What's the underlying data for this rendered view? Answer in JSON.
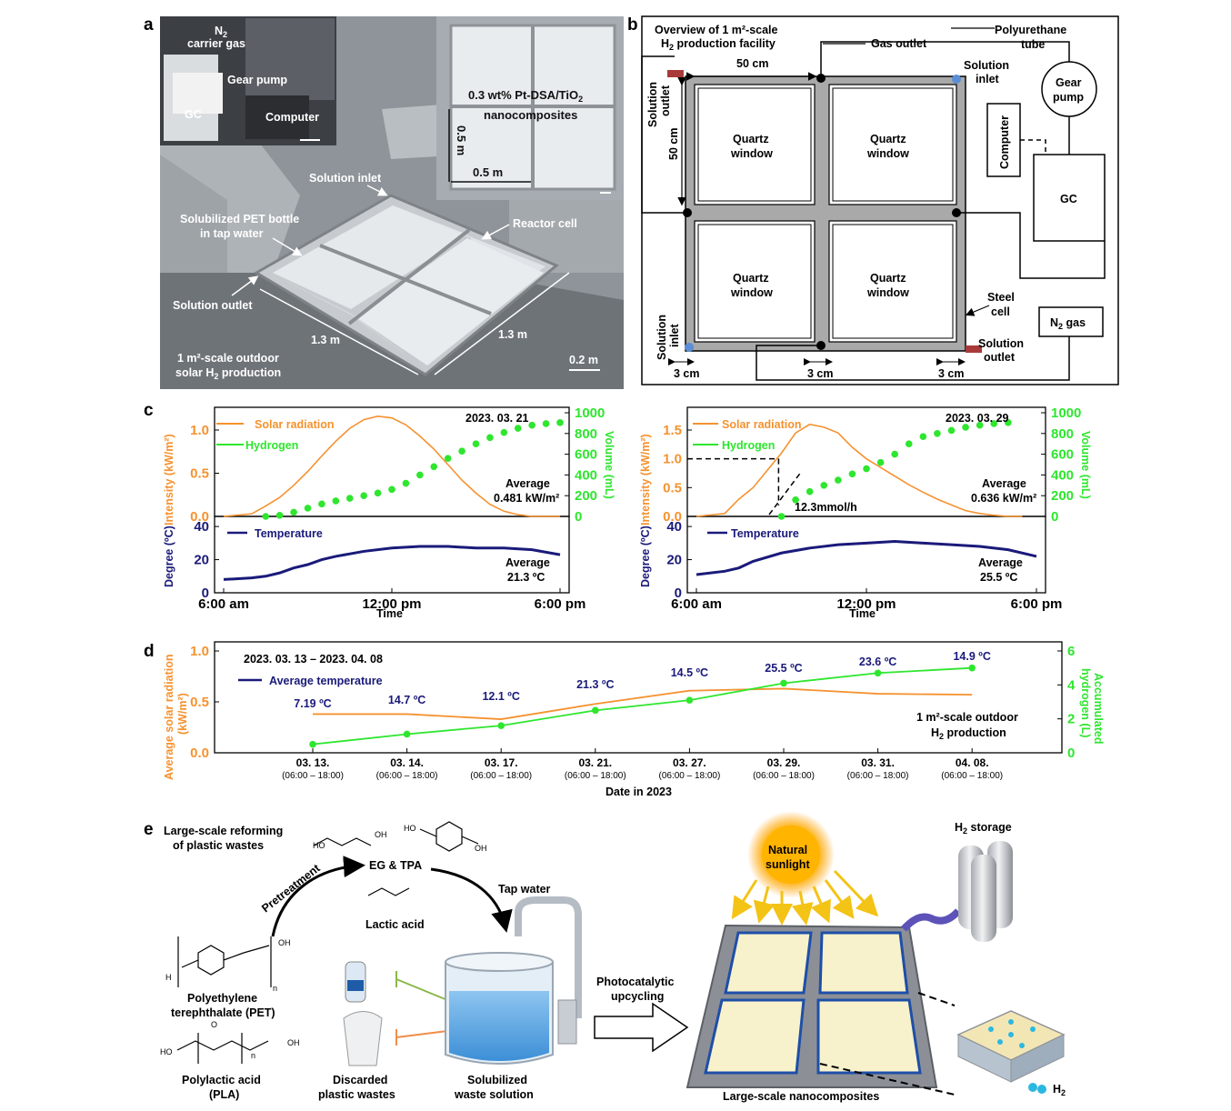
{
  "panel_letters": [
    "a",
    "b",
    "c",
    "d",
    "e"
  ],
  "panel_a": {
    "n2_label": "N",
    "n2_sub": "2",
    "carrier_gas": "carrier gas",
    "gear_pump": "Gear pump",
    "gc": "GC",
    "computer": "Computer",
    "catalyst_line1_a": "0.3 wt% Pt-DSA/TiO",
    "catalyst_line1_sub": "2",
    "catalyst_line2": "nanocomposites",
    "dim_05m_v": "0.5 m",
    "dim_05m_h": "0.5 m",
    "solution_inlet": "Solution inlet",
    "solubilized_line1": "Solubilized PET bottle",
    "solubilized_line2": "in tap water",
    "reactor_cell": "Reactor cell",
    "solution_outlet": "Solution outlet",
    "dim_13m_left": "1.3 m",
    "dim_13m_right": "1.3 m",
    "caption_line1": "1 m²-scale outdoor",
    "caption_line2_a": "solar H",
    "caption_line2_sub": "2",
    "caption_line2_b": " production",
    "scale_bar": "0.2 m"
  },
  "panel_b": {
    "title_line1": "Overview of 1 m²-scale",
    "title_line2_a": "H",
    "title_line2_sub": "2",
    "title_line2_b": " production facility",
    "gas_outlet": "Gas outlet",
    "polyurethane_line1": "Polyurethane",
    "polyurethane_line2": "tube",
    "dim_50cm_h": "50 cm",
    "dim_50cm_v": "50 cm",
    "solution_inlet_tr_line1": "Solution",
    "solution_inlet_tr_line2": "inlet",
    "solution_outlet_left_line1": "Solution",
    "solution_outlet_left_line2": "outlet",
    "gear_pump_line1": "Gear",
    "gear_pump_line2": "pump",
    "computer": "Computer",
    "gc": "GC",
    "quartz_line1": "Quartz",
    "quartz_line2": "window",
    "steel_line1": "Steel",
    "steel_line2": "cell",
    "n2_gas_a": "N",
    "n2_gas_sub": "2",
    "n2_gas_b": " gas",
    "solution_inlet_bl_line1": "Solution",
    "solution_inlet_bl_line2": "inlet",
    "solution_outlet_br_line1": "Solution",
    "solution_outlet_br_line2": "outlet",
    "dim_3cm_1": "3 cm",
    "dim_3cm_2": "3 cm",
    "dim_3cm_3": "3 cm"
  },
  "panel_c_left": {
    "date": "2023. 03. 21",
    "legend_solar": "Solar radiation",
    "legend_hydrogen": "Hydrogen",
    "legend_temperature": "Temperature",
    "avg_label": "Average",
    "avg_solar": "0.481 kW/m²",
    "avg_temp": "21.3 ºC",
    "y_left_label": "Intensity (kW/m²)",
    "y_right_label": "Volume (mL)",
    "y_temp_label": "Degree (ºC)",
    "x_label": "Time"
  },
  "panel_c_right": {
    "date": "2023. 03. 29",
    "legend_solar": "Solar radiation",
    "legend_hydrogen": "Hydrogen",
    "legend_temperature": "Temperature",
    "avg_label": "Average",
    "avg_solar": "0.636 kW/m²",
    "avg_temp": "25.5 ºC",
    "rate_annotation": "12.3mmol/h",
    "y_left_label": "Intensity (kW/m²)",
    "y_right_label": "Volume (mL)",
    "y_temp_label": "Degree (ºC)",
    "x_label": "Time"
  },
  "panel_d": {
    "date_range": "2023. 03. 13 – 2023. 04. 08",
    "legend_temp": "Average temperature",
    "annotation_line1": "1 m²-scale outdoor",
    "annotation_line2_a": "H",
    "annotation_line2_sub": "2",
    "annotation_line2_b": " production",
    "y_left_label_line1": "Average solar radiation",
    "y_left_label_line2": "(kW/m²)",
    "y_right_label_line1": "Accumulated",
    "y_right_label_line2": "hydrogen (L)",
    "x_label": "Date in 2023",
    "time_window": "(06:00 – 18:00)"
  },
  "panel_e": {
    "title_line1": "Large-scale reforming",
    "title_line2": "of plastic wastes",
    "pretreatment": "Pretreatment",
    "eg_tpa": "EG & TPA",
    "lactic_acid": "Lactic acid",
    "tap_water": "Tap water",
    "pet_line1": "Polyethylene",
    "pet_line2": "terephthalate (PET)",
    "pla_line1": "Polylactic acid",
    "pla_line2": "(PLA)",
    "discarded_line1": "Discarded",
    "discarded_line2": "plastic wastes",
    "solubilized_line1": "Solubilized",
    "solubilized_line2": "waste solution",
    "photocatalytic_line1": "Photocatalytic",
    "photocatalytic_line2": "upcycling",
    "sun_line1": "Natural",
    "sun_line2": "sunlight",
    "h2_storage_a": "H",
    "h2_storage_sub": "2",
    "h2_storage_b": " storage",
    "nanocomposites": "Large-scale nanocomposites",
    "h2_a": "H",
    "h2_sub": "2",
    "ho": "HO",
    "oh": "OH",
    "ho_tpa": "HO",
    "oh_tpa": "OH",
    "o_label": "O",
    "h_label": "H",
    "n_label": "n"
  },
  "chart_data": [
    {
      "id": "c-left",
      "type": "line",
      "title": "2023. 03. 21",
      "x_ticks": [
        "6:00 am",
        "12:00 pm",
        "6:00 pm"
      ],
      "xlabel": "Time",
      "series": [
        {
          "name": "Solar radiation",
          "axis": "left",
          "color": "#F5922F",
          "unit": "kW/m²",
          "x_hours": [
            6.0,
            7.0,
            7.5,
            8.0,
            8.5,
            9.0,
            9.5,
            10.0,
            10.5,
            11.0,
            11.5,
            12.0,
            12.5,
            13.0,
            13.5,
            14.0,
            14.5,
            15.0,
            15.5,
            16.0,
            16.5,
            17.0,
            17.5,
            18.0
          ],
          "values": [
            0.0,
            0.03,
            0.12,
            0.22,
            0.36,
            0.52,
            0.7,
            0.87,
            1.02,
            1.12,
            1.16,
            1.14,
            1.06,
            0.93,
            0.78,
            0.6,
            0.42,
            0.27,
            0.14,
            0.06,
            0.02,
            0.0,
            0.0,
            0.0
          ]
        },
        {
          "name": "Hydrogen",
          "axis": "right",
          "color": "#2EE62E",
          "unit": "mL",
          "x_hours": [
            7.5,
            8.0,
            8.5,
            9.0,
            9.5,
            10.0,
            10.5,
            11.0,
            11.5,
            12.0,
            12.5,
            13.0,
            13.5,
            14.0,
            14.5,
            15.0,
            15.5,
            16.0,
            16.5,
            17.0,
            17.5,
            18.0
          ],
          "values": [
            0,
            10,
            40,
            80,
            120,
            150,
            175,
            200,
            225,
            260,
            320,
            400,
            480,
            560,
            630,
            700,
            760,
            810,
            850,
            880,
            895,
            905
          ]
        }
      ],
      "ylim_left": [
        0,
        1.2
      ],
      "yticks_left": [
        0.0,
        0.5,
        1.0
      ],
      "ylim_right": [
        0,
        1000
      ],
      "yticks_right": [
        0,
        200,
        400,
        600,
        800,
        1000
      ],
      "ylabel_left": "Intensity (kW/m²)",
      "ylabel_right": "Volume (mL)",
      "averages": {
        "solar": "0.481 kW/m²"
      }
    },
    {
      "id": "c-left-temp",
      "type": "line",
      "series": [
        {
          "name": "Temperature",
          "color": "#1A1A7A",
          "unit": "ºC",
          "x_hours": [
            6.0,
            7.0,
            7.5,
            8.0,
            8.5,
            9.0,
            9.5,
            10.0,
            11.0,
            12.0,
            13.0,
            14.0,
            15.0,
            16.0,
            17.0,
            18.0
          ],
          "values": [
            8,
            9,
            10,
            12,
            15,
            17,
            20,
            22,
            25,
            27,
            28,
            28,
            27,
            27,
            26,
            23
          ]
        }
      ],
      "ylim": [
        0,
        45
      ],
      "yticks": [
        0,
        20,
        40
      ],
      "ylabel": "Degree (ºC)",
      "averages": {
        "temperature": "21.3 ºC"
      }
    },
    {
      "id": "c-right",
      "type": "line",
      "title": "2023. 03. 29",
      "x_ticks": [
        "6:00 am",
        "12:00 pm",
        "6:00 pm"
      ],
      "xlabel": "Time",
      "series": [
        {
          "name": "Solar radiation",
          "axis": "left",
          "color": "#F5922F",
          "unit": "kW/m²",
          "x_hours": [
            6.0,
            7.0,
            7.5,
            8.0,
            8.5,
            9.0,
            9.5,
            10.0,
            10.5,
            11.0,
            11.5,
            12.0,
            12.5,
            13.0,
            13.5,
            14.0,
            14.5,
            15.0,
            15.5,
            16.0,
            16.5,
            17.0,
            17.5
          ],
          "values": [
            0.0,
            0.05,
            0.3,
            0.5,
            0.8,
            1.1,
            1.45,
            1.6,
            1.55,
            1.45,
            1.2,
            1.0,
            0.85,
            0.7,
            0.55,
            0.42,
            0.3,
            0.2,
            0.1,
            0.05,
            0.02,
            0.0,
            0.0
          ]
        },
        {
          "name": "Hydrogen",
          "axis": "right",
          "color": "#2EE62E",
          "unit": "mL",
          "x_hours": [
            9.0,
            9.5,
            10.0,
            10.5,
            11.0,
            11.5,
            12.0,
            12.5,
            13.0,
            13.5,
            14.0,
            14.5,
            15.0,
            15.5,
            16.0,
            16.5,
            17.0
          ],
          "values": [
            0,
            160,
            240,
            300,
            350,
            410,
            460,
            520,
            600,
            700,
            770,
            800,
            830,
            860,
            880,
            895,
            905
          ]
        }
      ],
      "ylim_left": [
        0,
        1.8
      ],
      "yticks_left": [
        0.0,
        0.5,
        1.0,
        1.5
      ],
      "ylim_right": [
        0,
        1000
      ],
      "yticks_right": [
        0,
        200,
        400,
        600,
        800,
        1000
      ],
      "ylabel_left": "Intensity (kW/m²)",
      "ylabel_right": "Volume (mL)",
      "averages": {
        "solar": "0.636 kW/m²"
      },
      "annotations": [
        "12.3mmol/h"
      ]
    },
    {
      "id": "c-right-temp",
      "type": "line",
      "series": [
        {
          "name": "Temperature",
          "color": "#1A1A7A",
          "unit": "ºC",
          "x_hours": [
            6.0,
            7.0,
            7.5,
            8.0,
            9.0,
            10.0,
            11.0,
            12.0,
            13.0,
            14.0,
            15.0,
            16.0,
            17.0,
            18.0
          ],
          "values": [
            11,
            13,
            15,
            19,
            24,
            27,
            29,
            30,
            31,
            30,
            29,
            28,
            26,
            22
          ]
        }
      ],
      "ylim": [
        0,
        45
      ],
      "yticks": [
        0,
        20,
        40
      ],
      "ylabel": "Degree (ºC)",
      "averages": {
        "temperature": "25.5 ºC"
      }
    },
    {
      "id": "d",
      "type": "line",
      "title": "2023. 03. 13 – 2023. 04. 08",
      "categories": [
        "03. 13.",
        "03. 14.",
        "03. 17.",
        "03. 21.",
        "03. 27.",
        "03. 29.",
        "03. 31.",
        "04. 08."
      ],
      "series": [
        {
          "name": "Average solar radiation",
          "axis": "left",
          "color": "#F5922F",
          "unit": "kW/m²",
          "values": [
            0.38,
            0.38,
            0.33,
            0.48,
            0.61,
            0.63,
            0.58,
            0.57
          ]
        },
        {
          "name": "Accumulated hydrogen",
          "axis": "right",
          "color": "#2EE62E",
          "unit": "L",
          "values": [
            0.5,
            1.1,
            1.6,
            2.5,
            3.1,
            4.1,
            4.7,
            5.0
          ]
        },
        {
          "name": "Average temperature",
          "color": "#1A1A7A",
          "unit": "ºC",
          "labels": [
            "7.19 ºC",
            "14.7 ºC",
            "12.1 ºC",
            "21.3 ºC",
            "14.5 ºC",
            "25.5 ºC",
            "23.6 ºC",
            "14.9 ºC"
          ]
        }
      ],
      "ylim_left": [
        0,
        1.0
      ],
      "yticks_left": [
        0.0,
        0.5,
        1.0
      ],
      "ylim_right": [
        0,
        6
      ],
      "yticks_right": [
        0,
        2,
        4,
        6
      ],
      "xlabel": "Date in 2023",
      "ylabel_left": "Average solar radiation (kW/m²)",
      "ylabel_right": "Accumulated hydrogen (L)"
    }
  ]
}
